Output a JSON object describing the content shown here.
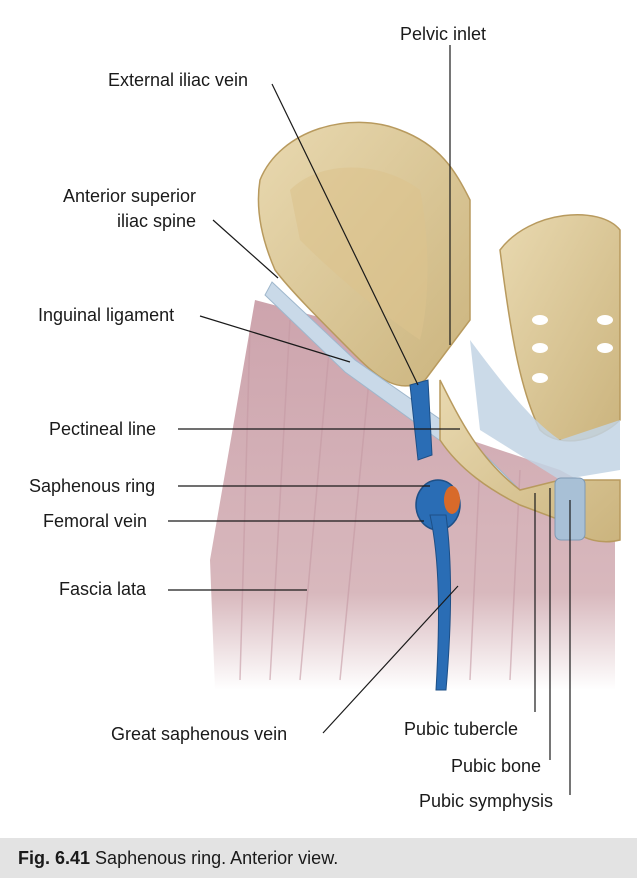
{
  "labels": {
    "pelvic_inlet": "Pelvic inlet",
    "external_iliac_vein": "External iliac vein",
    "anterior_superior_iliac_spine_l1": "Anterior superior",
    "anterior_superior_iliac_spine_l2": "iliac spine",
    "inguinal_ligament": "Inguinal ligament",
    "pectineal_line": "Pectineal line",
    "saphenous_ring": "Saphenous ring",
    "femoral_vein": "Femoral vein",
    "fascia_lata": "Fascia lata",
    "great_saphenous_vein": "Great saphenous vein",
    "pubic_tubercle": "Pubic tubercle",
    "pubic_bone": "Pubic bone",
    "pubic_symphysis": "Pubic symphysis"
  },
  "caption": {
    "number": "Fig. 6.41",
    "text": "Saphenous ring. Anterior view."
  },
  "colors": {
    "bone": "#e2d0a4",
    "bone_shadow": "#c9b07a",
    "muscle": "#c8a4ac",
    "fascia": "#dcc4c8",
    "ligament": "#b8cde0",
    "vein": "#2a6db5",
    "artery_orange": "#d86a2a",
    "caption_bg": "#e3e3e3"
  }
}
